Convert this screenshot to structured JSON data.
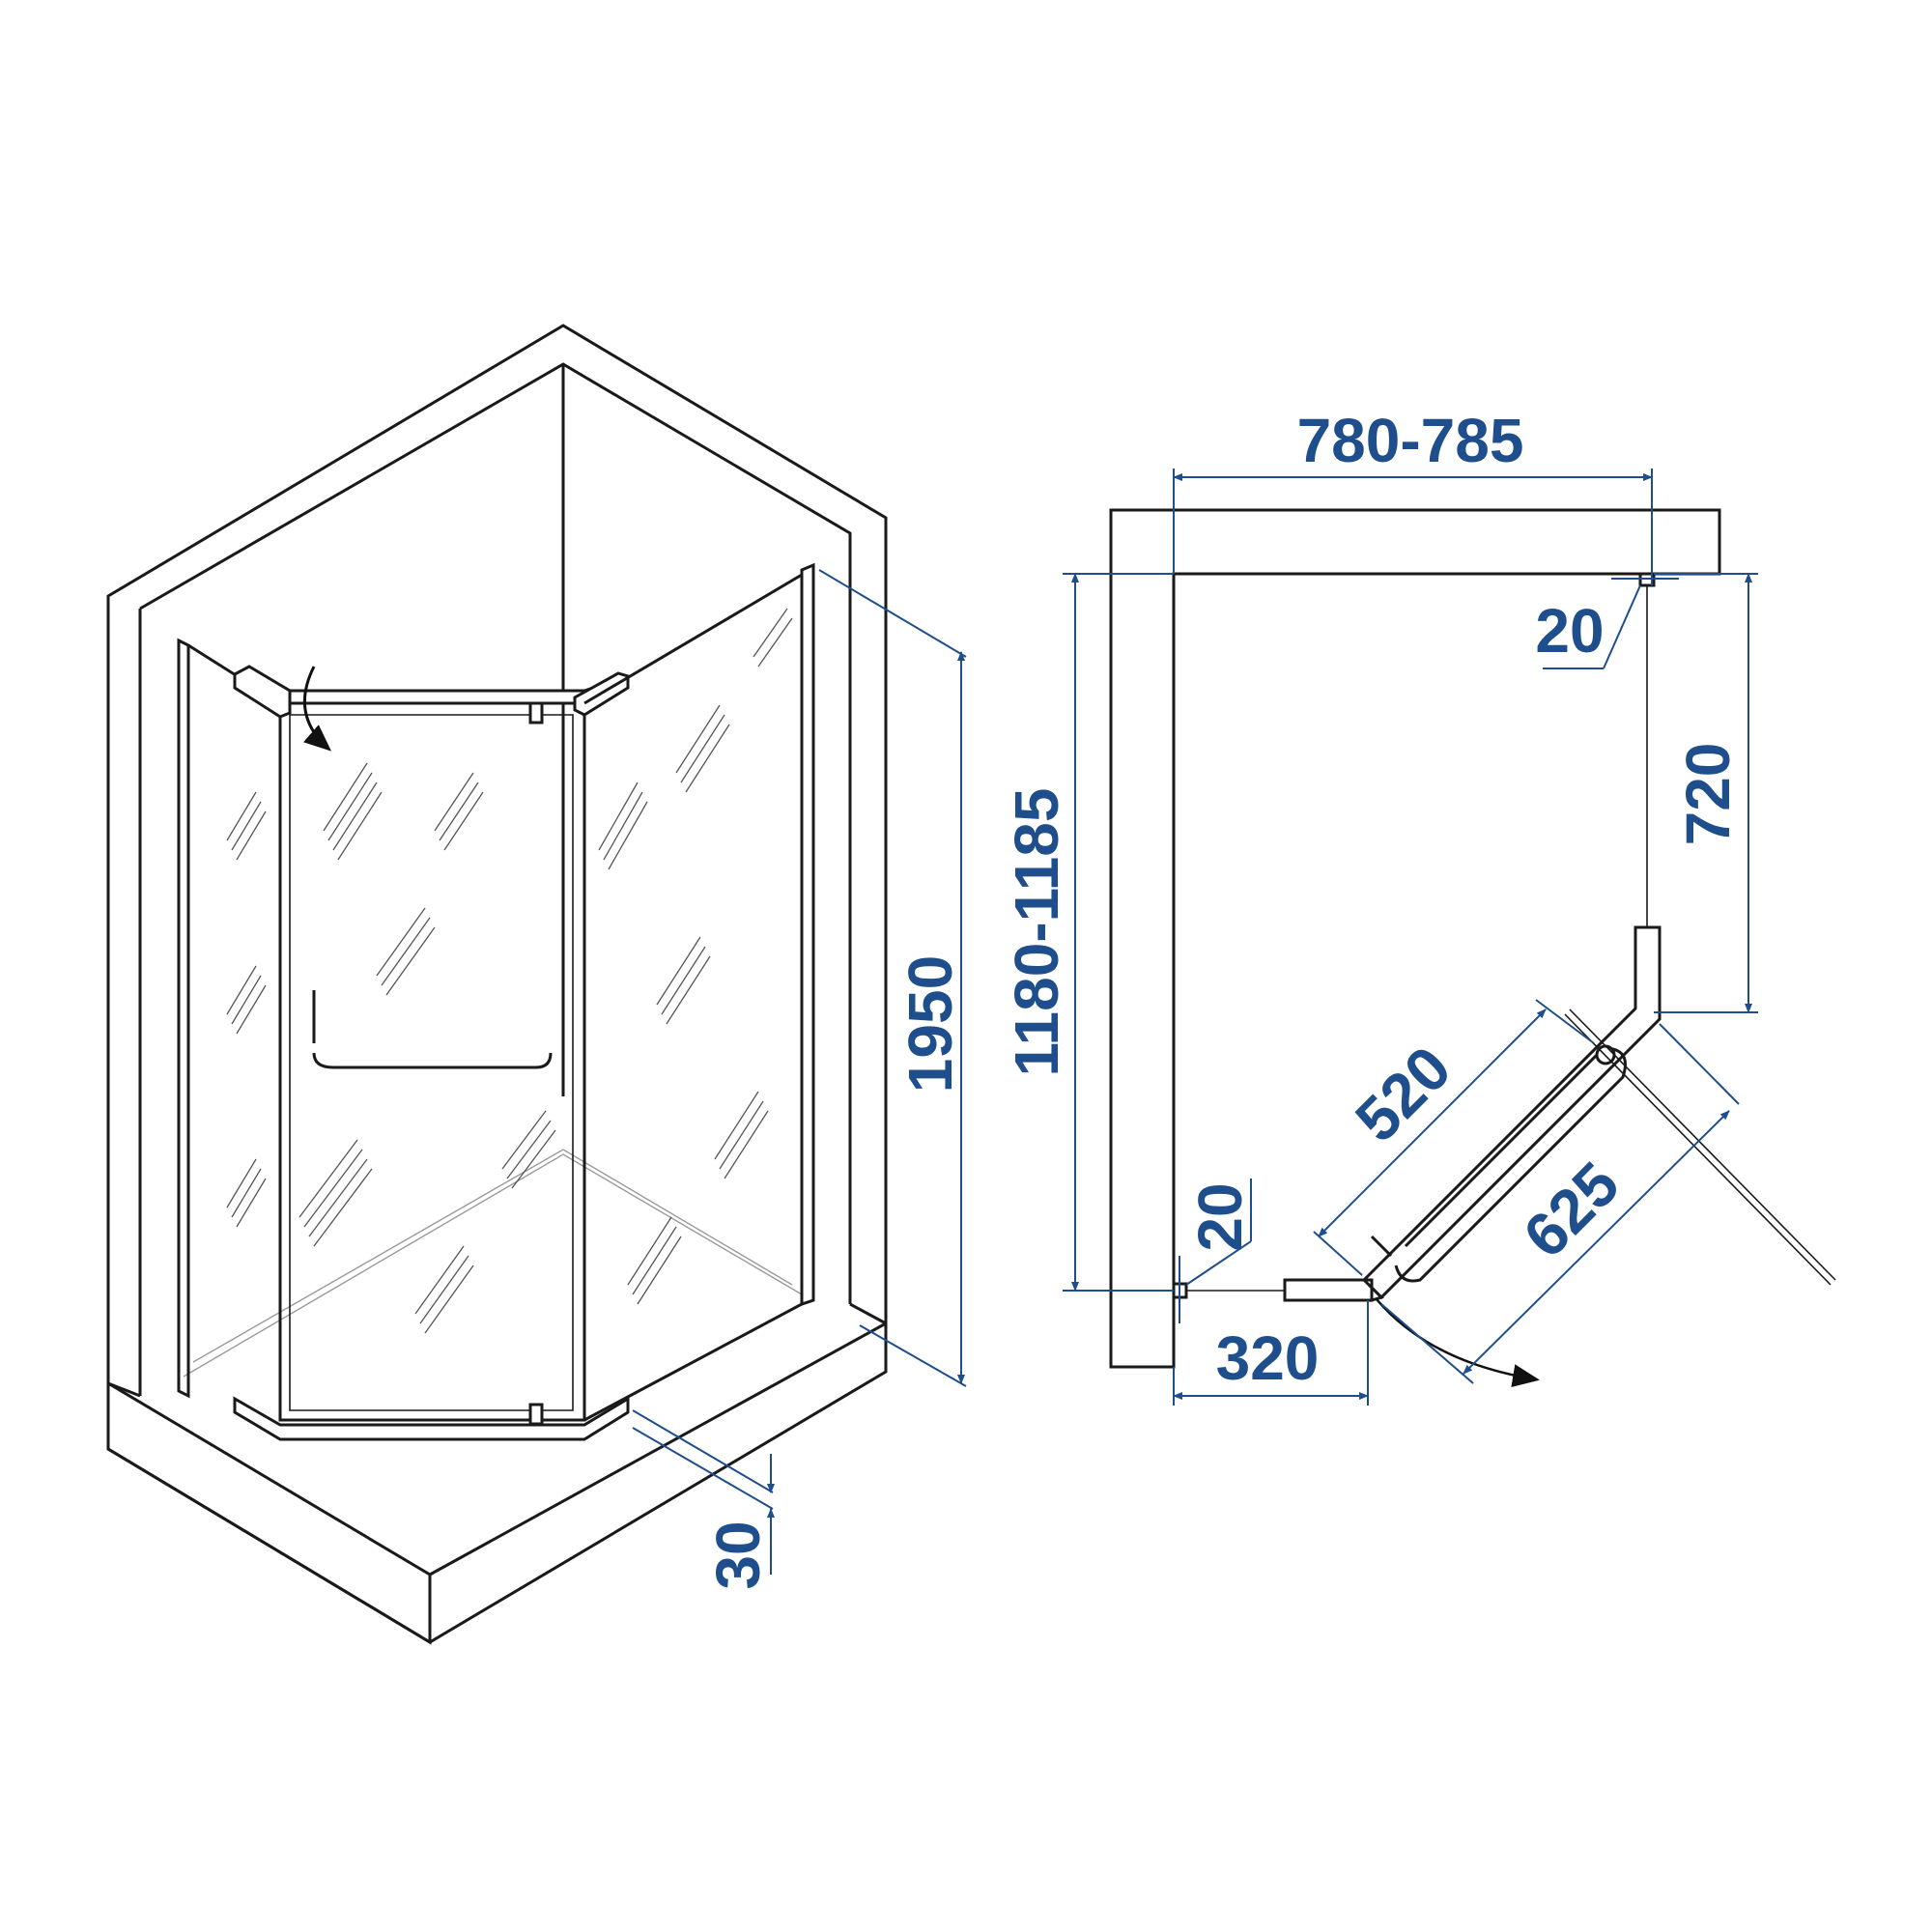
{
  "dimensions": {
    "width_top": "780-785",
    "depth_left": "1180-1185",
    "height": "1950",
    "tray_height": "30",
    "side_panel": "720",
    "door_panel": "520",
    "door_swing": "625",
    "bottom_fixed": "320",
    "top_gap": "20",
    "side_gap": "20"
  },
  "colors": {
    "dimension": "#1f4e8c",
    "line": "#1a1a1a"
  }
}
